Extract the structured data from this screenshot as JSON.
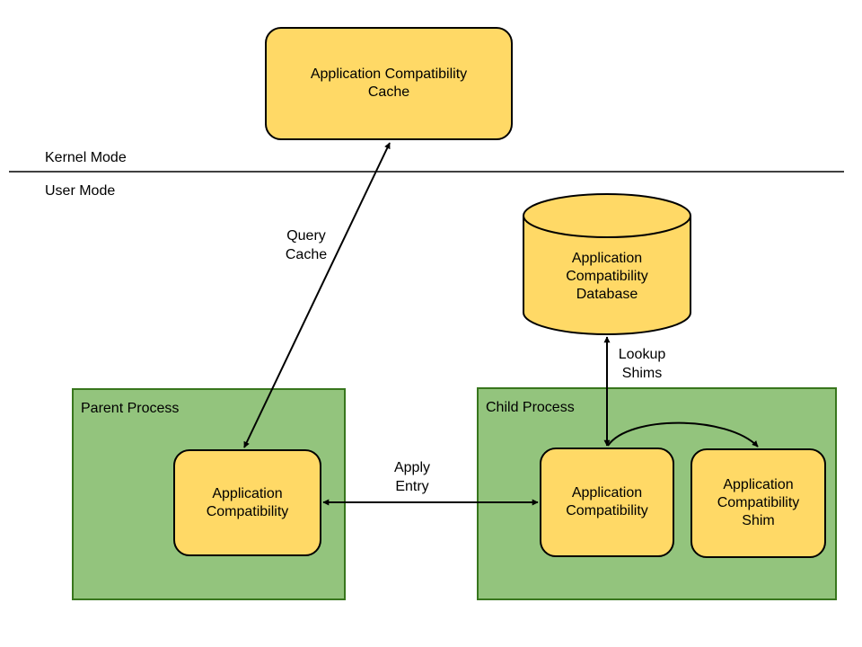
{
  "modes": {
    "kernel": "Kernel Mode",
    "user": "User Mode"
  },
  "cache_node": {
    "line1": "Application Compatibility",
    "line2": "Cache"
  },
  "database_node": {
    "line1": "Application",
    "line2": "Compatibility",
    "line3": "Database"
  },
  "parent_process": {
    "title": "Parent Process",
    "node": {
      "line1": "Application",
      "line2": "Compatibility"
    }
  },
  "child_process": {
    "title": "Child Process",
    "node": {
      "line1": "Application",
      "line2": "Compatibility"
    },
    "shim": {
      "line1": "Application",
      "line2": "Compatibility",
      "line3": "Shim"
    }
  },
  "edges": {
    "query_cache": {
      "line1": "Query",
      "line2": "Cache"
    },
    "lookup_shims": {
      "line1": "Lookup",
      "line2": "Shims"
    },
    "apply_entry": {
      "line1": "Apply",
      "line2": "Entry"
    }
  },
  "colors": {
    "node_fill": "#ffd966",
    "process_fill": "#93c47d",
    "process_border": "#38761d"
  }
}
